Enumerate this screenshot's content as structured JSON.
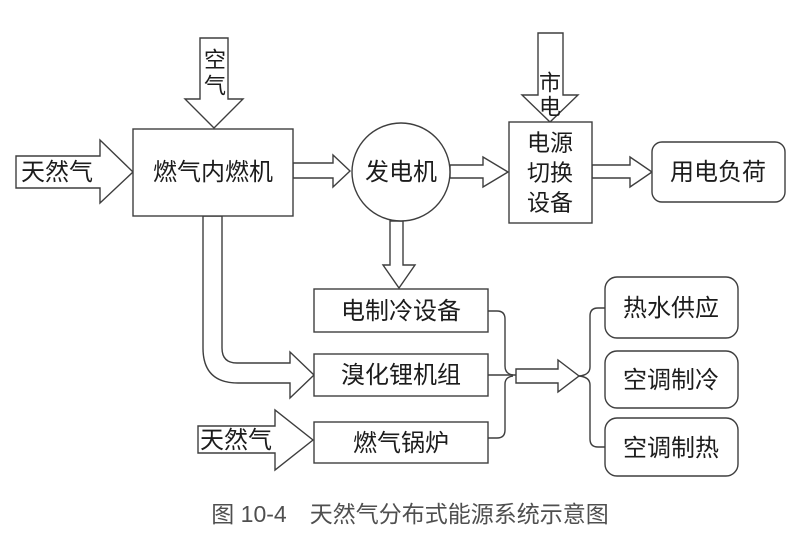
{
  "diagram": {
    "caption": "图 10-4　天然气分布式能源系统示意图",
    "colors": {
      "line": "#3e3e3e",
      "text": "#1c1c1c",
      "caption_text": "#4f4f4f",
      "background": "#ffffff"
    },
    "nodes": {
      "air": {
        "label": "空气"
      },
      "natural_gas_top": {
        "label": "天然气"
      },
      "gas_engine": {
        "label": "燃气内燃机"
      },
      "generator": {
        "label": "发电机"
      },
      "mains_power": {
        "label": "市电"
      },
      "power_switch": {
        "lines": [
          "电源",
          "切换",
          "设备"
        ]
      },
      "electric_load": {
        "label": "用电负荷"
      },
      "electric_cooling": {
        "label": "电制冷设备"
      },
      "libr_unit": {
        "label": "溴化锂机组"
      },
      "natural_gas_bottom": {
        "label": "天然气"
      },
      "gas_boiler": {
        "label": "燃气锅炉"
      },
      "hot_water": {
        "label": "热水供应"
      },
      "ac_cooling": {
        "label": "空调制冷"
      },
      "ac_heating": {
        "label": "空调制热"
      }
    }
  }
}
